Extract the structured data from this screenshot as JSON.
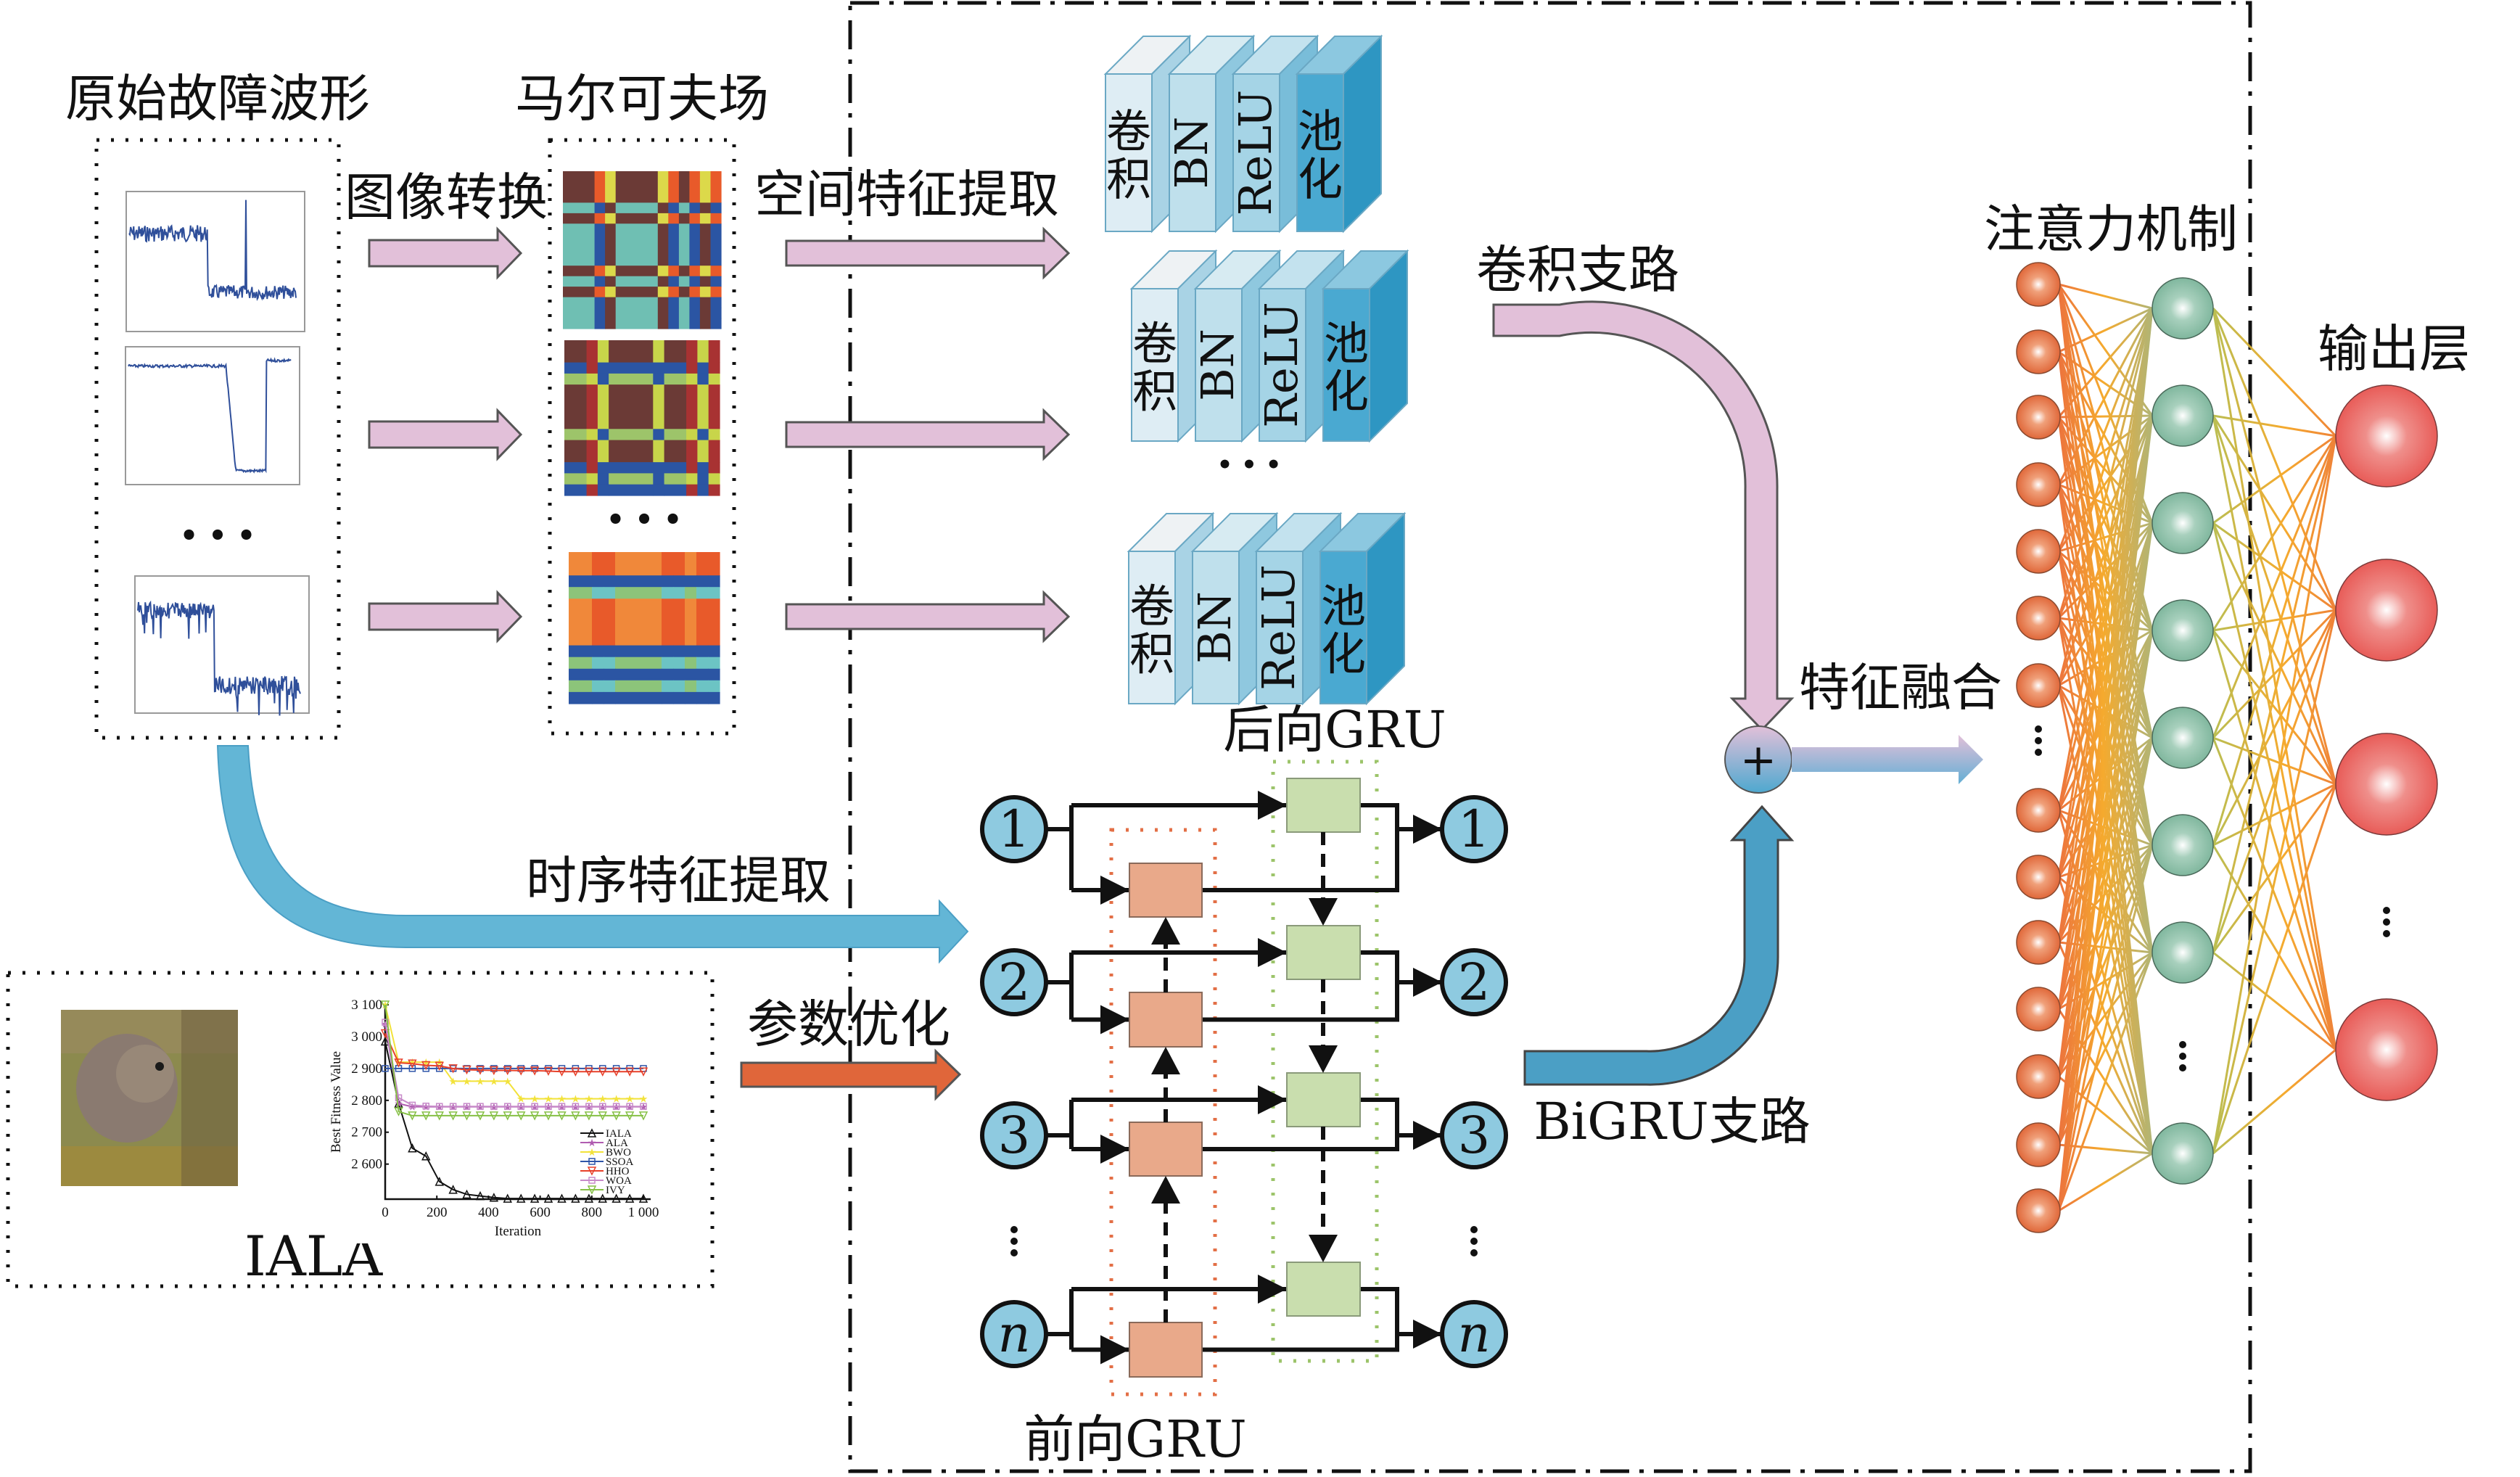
{
  "labels": {
    "raw_waveform": "原始故障波形",
    "markov_field": "马尔可夫场",
    "image_transform": "图像转换",
    "spatial_feature": "空间特征提取",
    "temporal_feature": "时序特征提取",
    "param_optimization": "参数优化",
    "conv_branch": "卷积支路",
    "bigru_branch": "BiGRU支路",
    "feature_fusion": "特征融合",
    "attention": "注意力机制",
    "output_layer": "输出层",
    "backward_gru": "后向GRU",
    "forward_gru": "前向GRU",
    "iala": "IALA",
    "ellipsis": "• • •",
    "plus": "+"
  },
  "cnn_block": {
    "layers": [
      {
        "label": "卷积",
        "vertical": false,
        "face": "#deedf4",
        "side": "#a9d3e5",
        "top": "#eef2f4"
      },
      {
        "label": "BN",
        "vertical": true,
        "face": "#bfe0ec",
        "side": "#8fc8df",
        "top": "#d7ebf2"
      },
      {
        "label": "ReLU",
        "vertical": true,
        "face": "#a5d4e6",
        "side": "#79bdd9",
        "top": "#c3e2ee"
      },
      {
        "label": "池化",
        "vertical": false,
        "face": "#4aa9d1",
        "side": "#2e96c2",
        "top": "#8cc8e0"
      }
    ],
    "rows": 3
  },
  "gru": {
    "inputs": [
      "1",
      "2",
      "3",
      "n"
    ],
    "outputs": [
      "1",
      "2",
      "3",
      "n"
    ],
    "vertical_ellipsis": "⋮",
    "node_color": "#8ecae0",
    "forward_cell_color": "#e9a98a",
    "backward_cell_color": "#c9deae",
    "forward_box_color": "#e36f46",
    "backward_box_color": "#9cc46a"
  },
  "attention_net": {
    "input_nodes_top": 7,
    "input_nodes_bottom": 7,
    "hidden_nodes_top": 7,
    "hidden_nodes_bottom": 1,
    "output_nodes_top": 3,
    "output_nodes_bottom": 1,
    "input_color": "#e0683a",
    "hidden_color": "#80b79e",
    "output_color": "#e85c58"
  },
  "colors": {
    "pink_arrow": "#e2c0d9",
    "teal_arrow": "#63b6d6",
    "blue_arrow": "#4b9fc5",
    "orange_arrow": "#e0663a",
    "waveform": "#2f4f9a"
  },
  "mtf_images": [
    {
      "bands": [
        3,
        1,
        1,
        4,
        1,
        1,
        1,
        1,
        1,
        1
      ],
      "row_states": [
        0,
        3,
        0,
        3,
        0,
        3,
        0,
        3,
        3,
        3
      ],
      "col_states": [
        0,
        1,
        2,
        0,
        2,
        1,
        0,
        1,
        2,
        1
      ],
      "palette": [
        [
          "#6b3a36",
          "#e85a2a",
          "#dcd94a"
        ],
        [
          "#6b3a36",
          "#e85a2a",
          "#dcd94a"
        ],
        [
          "#6b3a36",
          "#e85a2a",
          "#dcd94a"
        ],
        [
          "#6fbfb3",
          "#2b55a3",
          "#6b3a36"
        ]
      ]
    },
    {
      "bands": [
        2,
        1,
        1,
        4,
        1,
        2,
        1,
        1,
        1
      ],
      "row_states": [
        0,
        1,
        2,
        0,
        2,
        0,
        1,
        2,
        1
      ],
      "col_states": [
        0,
        1,
        2,
        0,
        2,
        0,
        1,
        2,
        1
      ],
      "palette": [
        [
          "#6b3a36",
          "#a83232",
          "#c8d54a"
        ],
        [
          "#2b55a3",
          "#a83232",
          "#2b55a3"
        ],
        [
          "#9dc46a",
          "#c8d54a",
          "#2b55a3"
        ]
      ]
    },
    {
      "bands": [
        2,
        1,
        1,
        4,
        1,
        1,
        1,
        1,
        1
      ],
      "row_states": [
        0,
        1,
        2,
        0,
        1,
        2,
        1,
        2,
        1
      ],
      "col_states": [
        0,
        3,
        1,
        0,
        3,
        1,
        0,
        3,
        1
      ],
      "palette": [
        [
          "#f0883a",
          "#e85a2a",
          "#2b55a3",
          "#e85a2a"
        ],
        [
          "#2b55a3",
          "#2b55a3",
          "#6b3a36",
          "#2b55a3"
        ],
        [
          "#8cc47a",
          "#6cc4c4",
          "#2b55a3",
          "#6cc4c4"
        ]
      ]
    }
  ],
  "chart_data": {
    "type": "line",
    "title": "",
    "xlabel": "Iteration",
    "ylabel": "Best Fitness Value",
    "xlim": [
      0,
      1000
    ],
    "ylim": [
      2490,
      3100
    ],
    "xticks": [
      0,
      200,
      400,
      600,
      800,
      1000
    ],
    "xtick_labels": [
      "0",
      "200",
      "400",
      "600",
      "800",
      "1 000"
    ],
    "yticks": [
      2600,
      2700,
      2800,
      2900,
      3000,
      3100
    ],
    "ytick_labels": [
      "2 600",
      "2 700",
      "2 800",
      "2 900",
      "3 000",
      "3 100"
    ],
    "legend_position": "bottom-right",
    "x": [
      0,
      52,
      105,
      158,
      210,
      263,
      316,
      368,
      421,
      474,
      526,
      579,
      632,
      684,
      737,
      789,
      842,
      895,
      947,
      1000
    ],
    "series": [
      {
        "name": "IALA",
        "color": "#111111",
        "marker": "triangle-up",
        "values": [
          2985,
          2790,
          2650,
          2625,
          2545,
          2520,
          2505,
          2500,
          2495,
          2492,
          2492,
          2492,
          2492,
          2492,
          2492,
          2492,
          2492,
          2492,
          2492,
          2492
        ]
      },
      {
        "name": "ALA",
        "color": "#b05cb0",
        "marker": "star",
        "values": [
          3040,
          2790,
          2780,
          2780,
          2780,
          2780,
          2780,
          2780,
          2780,
          2780,
          2780,
          2780,
          2780,
          2780,
          2780,
          2780,
          2780,
          2780,
          2780,
          2780
        ]
      },
      {
        "name": "BWO",
        "color": "#f2e23a",
        "marker": "star",
        "values": [
          3100,
          2920,
          2920,
          2920,
          2920,
          2860,
          2860,
          2860,
          2860,
          2860,
          2805,
          2805,
          2805,
          2805,
          2805,
          2805,
          2805,
          2805,
          2805,
          2805
        ]
      },
      {
        "name": "SSOA",
        "color": "#2f55a8",
        "marker": "square",
        "values": [
          2900,
          2900,
          2900,
          2900,
          2900,
          2900,
          2900,
          2900,
          2900,
          2900,
          2900,
          2900,
          2900,
          2900,
          2900,
          2900,
          2900,
          2900,
          2900,
          2900
        ]
      },
      {
        "name": "HHO",
        "color": "#e8412a",
        "marker": "triangle-down",
        "values": [
          3010,
          2918,
          2915,
          2910,
          2908,
          2900,
          2896,
          2895,
          2894,
          2894,
          2893,
          2893,
          2892,
          2890,
          2890,
          2890,
          2890,
          2890,
          2890,
          2890
        ]
      },
      {
        "name": "WOA",
        "color": "#c78ac9",
        "marker": "square",
        "values": [
          3045,
          2808,
          2785,
          2782,
          2781,
          2781,
          2781,
          2781,
          2781,
          2781,
          2781,
          2781,
          2781,
          2781,
          2781,
          2781,
          2781,
          2781,
          2781,
          2781
        ]
      },
      {
        "name": "IVY",
        "color": "#86c046",
        "marker": "triangle-down",
        "values": [
          3105,
          2765,
          2752,
          2752,
          2752,
          2752,
          2752,
          2752,
          2752,
          2752,
          2752,
          2752,
          2752,
          2752,
          2752,
          2752,
          2752,
          2752,
          2752,
          2752
        ]
      }
    ]
  }
}
